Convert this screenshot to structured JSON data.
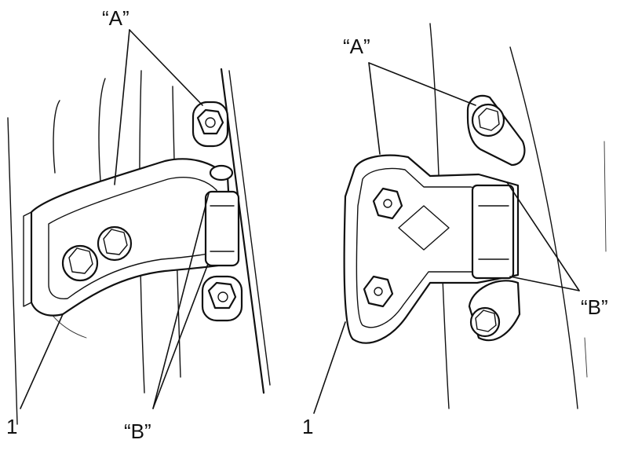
{
  "labels": {
    "left_a": "“A”",
    "left_b": "“B”",
    "left_part": "1",
    "right_a": "“A”",
    "right_b": "“B”",
    "right_part": "1"
  }
}
